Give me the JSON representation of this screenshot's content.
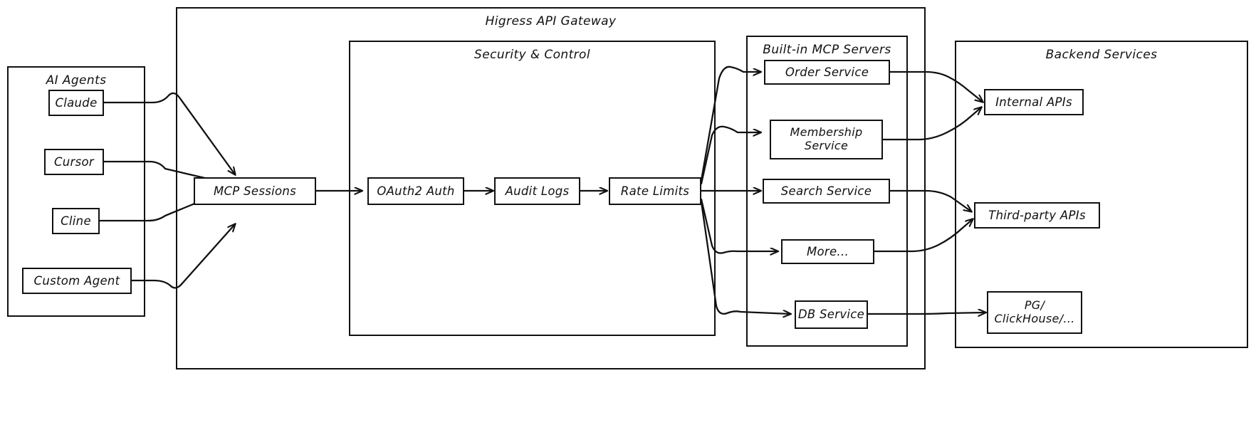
{
  "diagram": {
    "type": "architecture-flow",
    "style": "hand-drawn",
    "stroke_color": "#111111",
    "background_color": "#ffffff"
  },
  "groups": {
    "ai_agents": {
      "title": "AI Agents",
      "nodes": [
        {
          "id": "claude",
          "label": "Claude"
        },
        {
          "id": "cursor",
          "label": "Cursor"
        },
        {
          "id": "cline",
          "label": "Cline"
        },
        {
          "id": "custom_agent",
          "label": "Custom Agent"
        }
      ]
    },
    "gateway": {
      "title": "Higress API Gateway",
      "nodes": [
        {
          "id": "mcp_sessions",
          "label": "MCP Sessions"
        }
      ]
    },
    "security": {
      "title": "Security & Control",
      "nodes": [
        {
          "id": "oauth2",
          "label": "OAuth2 Auth"
        },
        {
          "id": "audit_logs",
          "label": "Audit Logs"
        },
        {
          "id": "rate_limits",
          "label": "Rate Limits"
        }
      ]
    },
    "mcp_servers": {
      "title": "Built-in MCP Servers",
      "nodes": [
        {
          "id": "order_service",
          "label": "Order Service"
        },
        {
          "id": "membership_service",
          "label": "Membership\nService",
          "line1": "Membership",
          "line2": "Service"
        },
        {
          "id": "search_service",
          "label": "Search Service"
        },
        {
          "id": "more",
          "label": "More..."
        },
        {
          "id": "db_service",
          "label": "DB Service"
        }
      ]
    },
    "backend": {
      "title": "Backend Services",
      "nodes": [
        {
          "id": "internal_apis",
          "label": "Internal APIs"
        },
        {
          "id": "third_party_apis",
          "label": "Third-party APIs"
        },
        {
          "id": "pg_clickhouse",
          "label": "PG/\nClickHouse/...",
          "line1": "PG/",
          "line2": "ClickHouse/..."
        }
      ]
    }
  },
  "edges": [
    {
      "from": "claude",
      "to": "mcp_sessions"
    },
    {
      "from": "cursor",
      "to": "mcp_sessions"
    },
    {
      "from": "cline",
      "to": "mcp_sessions"
    },
    {
      "from": "custom_agent",
      "to": "mcp_sessions"
    },
    {
      "from": "mcp_sessions",
      "to": "oauth2"
    },
    {
      "from": "oauth2",
      "to": "audit_logs"
    },
    {
      "from": "audit_logs",
      "to": "rate_limits"
    },
    {
      "from": "rate_limits",
      "to": "order_service"
    },
    {
      "from": "rate_limits",
      "to": "membership_service"
    },
    {
      "from": "rate_limits",
      "to": "search_service"
    },
    {
      "from": "rate_limits",
      "to": "more"
    },
    {
      "from": "rate_limits",
      "to": "db_service"
    },
    {
      "from": "order_service",
      "to": "internal_apis"
    },
    {
      "from": "membership_service",
      "to": "internal_apis"
    },
    {
      "from": "search_service",
      "to": "third_party_apis"
    },
    {
      "from": "more",
      "to": "third_party_apis"
    },
    {
      "from": "db_service",
      "to": "pg_clickhouse"
    }
  ]
}
